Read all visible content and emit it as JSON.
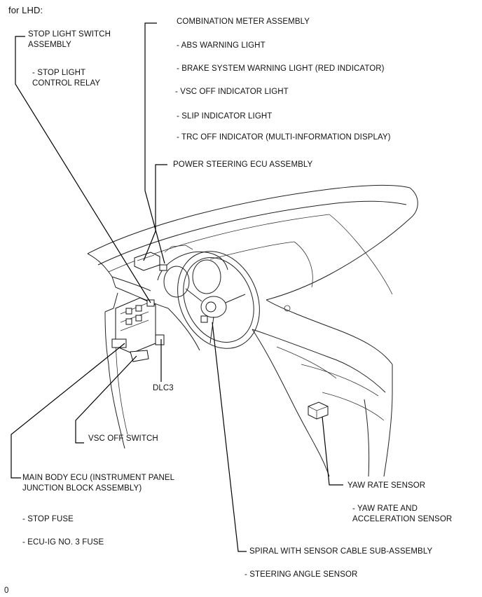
{
  "header": "for LHD:",
  "footer_code": "0",
  "labels": {
    "stop_light_switch": "STOP LIGHT SWITCH\nASSEMBLY",
    "stop_light_relay": "- STOP LIGHT\nCONTROL RELAY",
    "combination_meter": "COMBINATION METER ASSEMBLY",
    "abs_warning": "- ABS WARNING LIGHT",
    "brake_warning": "- BRAKE SYSTEM WARNING LIGHT (RED INDICATOR)",
    "vsc_off_indicator": "- VSC OFF INDICATOR LIGHT",
    "slip_indicator": "- SLIP INDICATOR LIGHT",
    "trc_off_indicator": "- TRC OFF INDICATOR (MULTI-INFORMATION DISPLAY)",
    "power_steering_ecu": "POWER STEERING ECU ASSEMBLY",
    "dlc3": "DLC3",
    "vsc_off_switch": "VSC OFF SWITCH",
    "main_body_ecu": "MAIN BODY ECU (INSTRUMENT PANEL\nJUNCTION BLOCK ASSEMBLY)",
    "stop_fuse": "- STOP FUSE",
    "ecu_ig_fuse": "- ECU-IG NO. 3 FUSE",
    "yaw_rate_sensor": "YAW RATE SENSOR",
    "yaw_accel_sensor": "- YAW RATE AND\nACCELERATION SENSOR",
    "spiral_cable": "SPIRAL WITH SENSOR CABLE SUB-ASSEMBLY",
    "steering_angle": "- STEERING ANGLE SENSOR"
  }
}
